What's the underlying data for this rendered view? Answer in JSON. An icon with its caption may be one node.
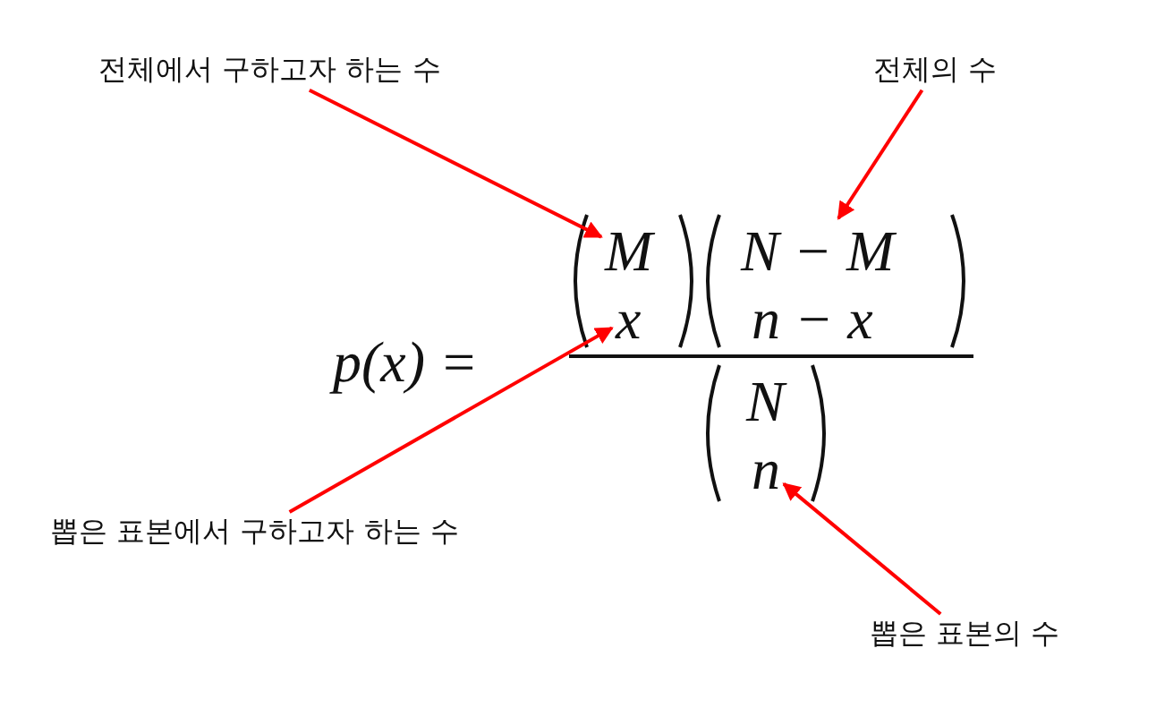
{
  "diagram": {
    "nodes": [
      {
        "text": [
          "전체에서 구하고자 하는 수"
        ]
      },
      {
        "text": [
          "전체의 수"
        ]
      },
      {
        "text": [
          "뽑은 표본에서 구하고자 하는 수"
        ]
      },
      {
        "text": [
          "뽑은 표본의 수"
        ]
      },
      {
        "text": [
          "M"
        ]
      },
      {
        "text": [
          "x"
        ]
      },
      {
        "text": [
          "N − M"
        ]
      },
      {
        "text": [
          "n"
        ]
      }
    ],
    "edges": [
      {
        "from": 0,
        "to": 4,
        "arrow": "to"
      },
      {
        "from": 1,
        "to": 6,
        "arrow": "to"
      },
      {
        "from": 2,
        "to": 5,
        "arrow": "to"
      },
      {
        "from": 3,
        "to": 7,
        "arrow": "to"
      }
    ],
    "labels": [
      "p(x) =",
      "n − x",
      "N"
    ]
  }
}
